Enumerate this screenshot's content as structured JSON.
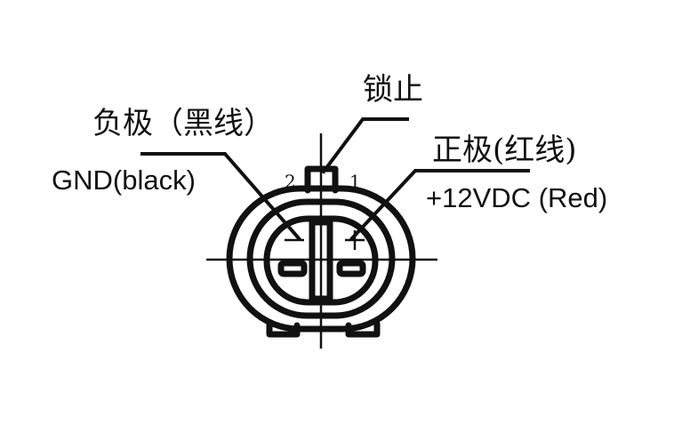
{
  "labels": {
    "lock": "锁止",
    "negative_cn": "负极（黑线）",
    "negative_en": "GND(black)",
    "positive_cn": "正极(红线)",
    "positive_en": "+12VDC (Red)",
    "pin2": "2",
    "pin1": "1",
    "minus_symbol": "−",
    "plus_symbol": "+"
  }
}
